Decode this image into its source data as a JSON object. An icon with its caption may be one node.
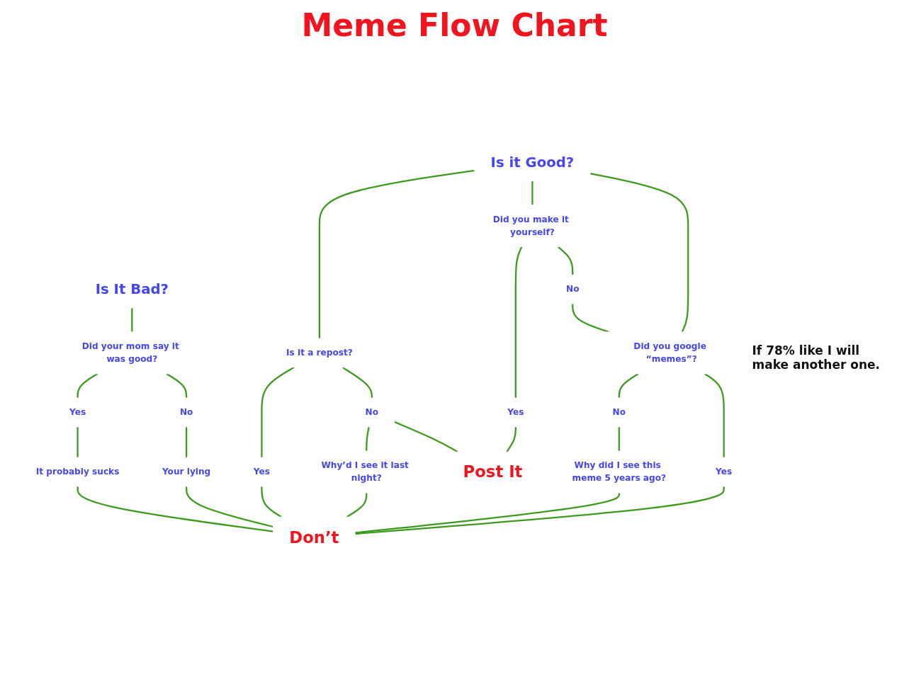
{
  "diagram": {
    "title": "Meme Flow Chart",
    "nodes": [
      {
        "text": [
          "Is it Good?"
        ]
      },
      {
        "text": [
          "Is It Bad?"
        ]
      },
      {
        "text": [
          "Is it a repost?"
        ]
      },
      {
        "text": [
          "Did you make it yourself?"
        ]
      },
      {
        "text": [
          "Did you google “memes”?"
        ]
      },
      {
        "text": [
          "Did your mom say it was good?"
        ]
      },
      {
        "text": [
          "Yes"
        ]
      },
      {
        "text": [
          "No"
        ]
      },
      {
        "text": [
          "Yes"
        ]
      },
      {
        "text": [
          "No"
        ]
      },
      {
        "text": [
          "No"
        ]
      },
      {
        "text": [
          "Yes"
        ]
      },
      {
        "text": [
          "Yes"
        ]
      },
      {
        "text": [
          "No"
        ]
      },
      {
        "text": [
          "Why’d I see it last night?"
        ]
      },
      {
        "text": [
          "Why did I see this meme 5 years ago?"
        ]
      },
      {
        "text": [
          "It probably sucks"
        ]
      },
      {
        "text": [
          "Your lying"
        ]
      },
      {
        "text": [
          "Post It"
        ]
      },
      {
        "text": [
          "Don’t"
        ]
      }
    ],
    "edges": [
      {
        "from": 0,
        "to": 2,
        "arrow": "none"
      },
      {
        "from": 0,
        "to": 3,
        "arrow": "none"
      },
      {
        "from": 0,
        "to": 4,
        "arrow": "none"
      },
      {
        "from": 1,
        "to": 5,
        "arrow": "none"
      },
      {
        "from": 2,
        "to": 6,
        "arrow": "none"
      },
      {
        "from": 2,
        "to": 7,
        "arrow": "none"
      },
      {
        "from": 3,
        "to": 8,
        "arrow": "none"
      },
      {
        "from": 3,
        "to": 9,
        "arrow": "none"
      },
      {
        "from": 9,
        "to": 4,
        "arrow": "none"
      },
      {
        "from": 4,
        "to": 10,
        "arrow": "none"
      },
      {
        "from": 4,
        "to": 11,
        "arrow": "none"
      },
      {
        "from": 5,
        "to": 12,
        "arrow": "none"
      },
      {
        "from": 5,
        "to": 13,
        "arrow": "none"
      },
      {
        "from": 7,
        "to": 14,
        "arrow": "none"
      },
      {
        "from": 10,
        "to": 15,
        "arrow": "none"
      },
      {
        "from": 12,
        "to": 16,
        "arrow": "none"
      },
      {
        "from": 13,
        "to": 17,
        "arrow": "none"
      },
      {
        "from": 7,
        "to": 18,
        "arrow": "none"
      },
      {
        "from": 8,
        "to": 18,
        "arrow": "none"
      },
      {
        "from": 6,
        "to": 19,
        "arrow": "none"
      },
      {
        "from": 14,
        "to": 19,
        "arrow": "none"
      },
      {
        "from": 15,
        "to": 19,
        "arrow": "none"
      },
      {
        "from": 11,
        "to": 19,
        "arrow": "none"
      },
      {
        "from": 16,
        "to": 19,
        "arrow": "none"
      },
      {
        "from": 17,
        "to": 19,
        "arrow": "none"
      }
    ],
    "labels": [
      "If 78% like I will make another one."
    ]
  }
}
